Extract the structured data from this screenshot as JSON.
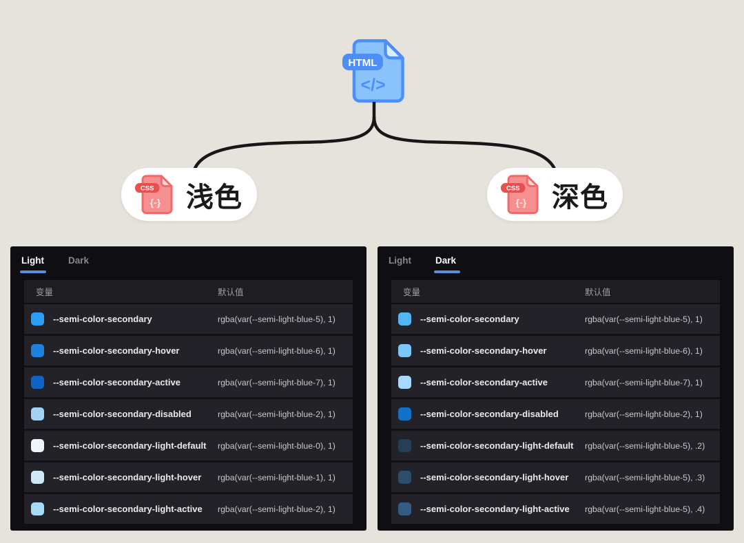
{
  "diagram": {
    "html_icon": {
      "badge": "HTML",
      "glyph": "</>"
    },
    "css_icon": {
      "badge": "CSS",
      "glyph": "{-}"
    },
    "light_badge_label": "浅色",
    "dark_badge_label": "深色"
  },
  "colors": {
    "page_bg": "#e6e2dc",
    "panel_bg": "#0f0f13",
    "row_bg": "#222228",
    "tab_underline": "#5a8ede",
    "html_icon_fill": "#8ac3fb",
    "html_icon_stroke": "#4e8ef8",
    "css_icon_fill": "#f68f8f",
    "css_icon_stroke": "#f06a6a",
    "connector": "#171717"
  },
  "panels": [
    {
      "name": "light-theme-panel",
      "tabs": [
        {
          "label": "Light",
          "active": true
        },
        {
          "label": "Dark",
          "active": false
        }
      ],
      "columns": [
        "变量",
        "默认值"
      ],
      "rows": [
        {
          "swatch": "#2e9df6",
          "variable": "--semi-color-secondary",
          "value": "rgba(var(--semi-light-blue-5), 1)"
        },
        {
          "swatch": "#1b82dd",
          "variable": "--semi-color-secondary-hover",
          "value": "rgba(var(--semi-light-blue-6), 1)"
        },
        {
          "swatch": "#0f63c2",
          "variable": "--semi-color-secondary-active",
          "value": "rgba(var(--semi-light-blue-7), 1)"
        },
        {
          "swatch": "#a3d3f3",
          "variable": "--semi-color-secondary-disabled",
          "value": "rgba(var(--semi-light-blue-2), 1)"
        },
        {
          "swatch": "#eef6fd",
          "variable": "--semi-color-secondary-light-default",
          "value": "rgba(var(--semi-light-blue-0), 1)"
        },
        {
          "swatch": "#cfe9fb",
          "variable": "--semi-color-secondary-light-hover",
          "value": "rgba(var(--semi-light-blue-1), 1)"
        },
        {
          "swatch": "#a6daf9",
          "variable": "--semi-color-secondary-light-active",
          "value": "rgba(var(--semi-light-blue-2), 1)"
        }
      ]
    },
    {
      "name": "dark-theme-panel",
      "tabs": [
        {
          "label": "Light",
          "active": false
        },
        {
          "label": "Dark",
          "active": true
        }
      ],
      "columns": [
        "变量",
        "默认值"
      ],
      "rows": [
        {
          "swatch": "#54b4f8",
          "variable": "--semi-color-secondary",
          "value": "rgba(var(--semi-light-blue-5), 1)"
        },
        {
          "swatch": "#7dc6fa",
          "variable": "--semi-color-secondary-hover",
          "value": "rgba(var(--semi-light-blue-6), 1)"
        },
        {
          "swatch": "#a6d9fb",
          "variable": "--semi-color-secondary-active",
          "value": "rgba(var(--semi-light-blue-7), 1)"
        },
        {
          "swatch": "#1272c8",
          "variable": "--semi-color-secondary-disabled",
          "value": "rgba(var(--semi-light-blue-2), 1)"
        },
        {
          "swatch": "#253f58",
          "variable": "--semi-color-secondary-light-default",
          "value": "rgba(var(--semi-light-blue-5), .2)"
        },
        {
          "swatch": "#2c4e6e",
          "variable": "--semi-color-secondary-light-hover",
          "value": "rgba(var(--semi-light-blue-5), .3)"
        },
        {
          "swatch": "#335d85",
          "variable": "--semi-color-secondary-light-active",
          "value": "rgba(var(--semi-light-blue-5), .4)"
        }
      ]
    }
  ]
}
